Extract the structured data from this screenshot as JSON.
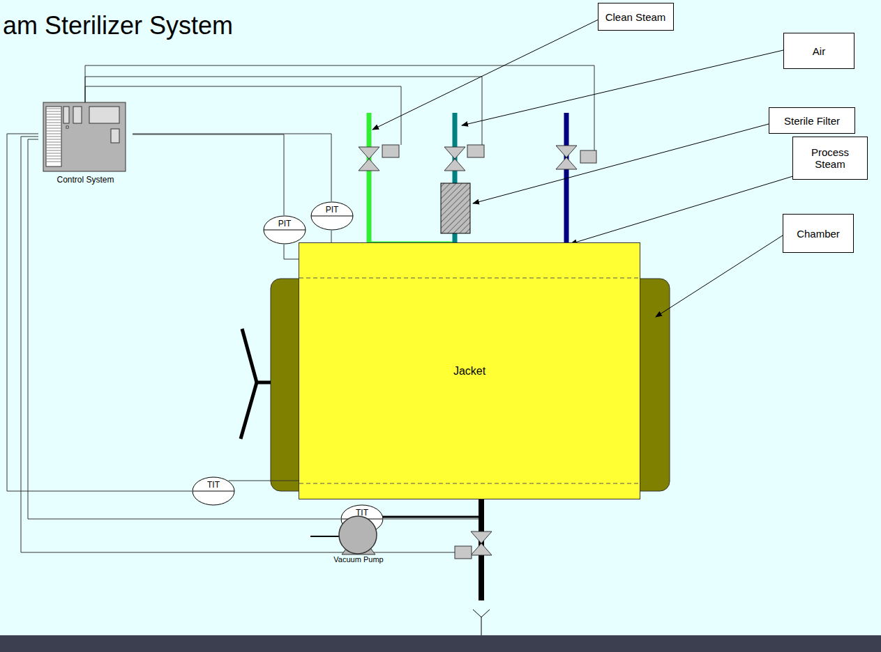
{
  "diagram": {
    "title": "am Sterilizer System",
    "nodes": [
      {
        "text": [
          "Control System"
        ]
      },
      {
        "text": [
          "Clean Steam"
        ]
      },
      {
        "text": [
          "Air"
        ]
      },
      {
        "text": [
          "Sterile Filter"
        ]
      },
      {
        "text": [
          "Process Steam"
        ]
      },
      {
        "text": [
          "Chamber"
        ]
      },
      {
        "text": [
          "PIT"
        ]
      },
      {
        "text": [
          "PIT"
        ]
      },
      {
        "text": [
          "Jacket"
        ]
      },
      {
        "text": [
          "TIT"
        ]
      },
      {
        "text": [
          "TIT"
        ]
      },
      {
        "text": [
          "Vacuum Pump"
        ]
      }
    ],
    "edges": [
      {
        "from": 0,
        "to": 6,
        "arrow": "none"
      },
      {
        "from": 0,
        "to": 7,
        "arrow": "none"
      },
      {
        "from": 7,
        "to": 8,
        "arrow": "none"
      },
      {
        "from": 6,
        "to": 8,
        "arrow": "none"
      },
      {
        "from": 0,
        "to": 9,
        "arrow": "none"
      },
      {
        "from": 9,
        "to": 8,
        "arrow": "none"
      },
      {
        "from": 0,
        "to": 10,
        "arrow": "none"
      }
    ]
  }
}
